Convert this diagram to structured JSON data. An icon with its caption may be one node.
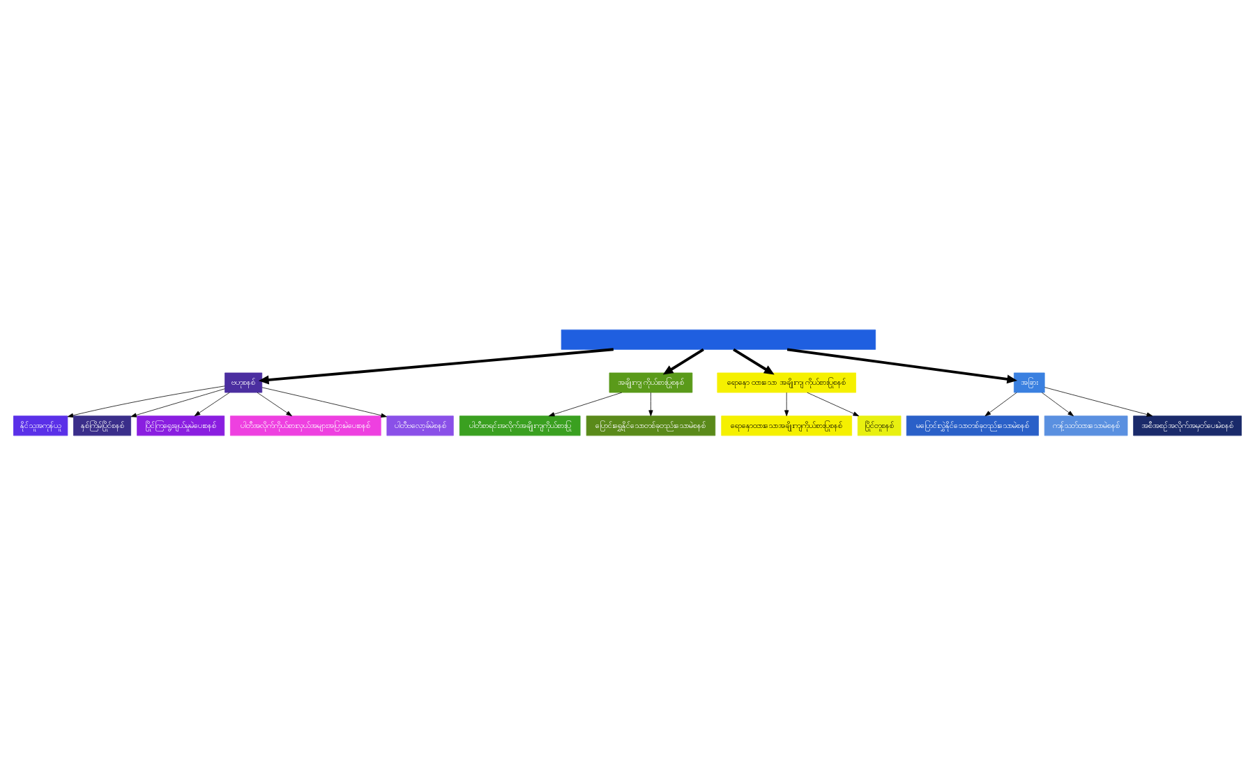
{
  "diagram": {
    "nodes": [
      {
        "text": [],
        "shape": "box"
      },
      {
        "text": [
          "ဗဟုစနစ်"
        ]
      },
      {
        "text": [
          "အချိုးကျ ကိုယ်စားပြုစနစ်"
        ]
      },
      {
        "text": [
          "ရောနှော ထားသော အချိုးကျ ကိုယ်စားပြုစနစ်"
        ]
      },
      {
        "text": [
          "အခြား"
        ]
      },
      {
        "text": [
          "နိုင်သူအကုန်ယူ"
        ]
      },
      {
        "text": [
          "နှစ်ကြိမ်ပြိုင်စနစ်"
        ]
      },
      {
        "text": [
          "ပြိုင်ကြရွေးချယ်မှုမဲပေးစနစ်"
        ]
      },
      {
        "text": [
          "ပါတီအလိုက်ကိုယ်စားလှယ်အများအပြားမဲပေးစနစ်"
        ]
      },
      {
        "text": [
          "ပါတီဗလော့ခ်မဲစနစ်"
        ]
      },
      {
        "text": [
          "ပါတီစာရင်းအလိုက်အချိုးကျကိုယ်စားပြု"
        ]
      },
      {
        "text": [
          "ပြောင်းရွှေ့နိုင်သောတစ်ခုတည်းသောမဲစနစ်"
        ]
      },
      {
        "text": [
          "ရောနှောထားသောအချိုးကျကိုယ်စားပြုစနစ်"
        ]
      },
      {
        "text": [
          "ပြိုင်တူစနစ်"
        ]
      },
      {
        "text": [
          "မပြောင်းလွှဲနိုင်သောတစ်ခုတည်းသောမဲစနစ်"
        ]
      },
      {
        "text": [
          "ကန့်သတ်ထားသောမဲစနစ်"
        ]
      },
      {
        "text": [
          "အစီအစဉ်အလိုက်အမှတ်ပေးမဲစနစ်"
        ]
      }
    ],
    "edges": [
      {
        "from": 0,
        "to": 1,
        "arrow": "to",
        "style": "thick"
      },
      {
        "from": 0,
        "to": 2,
        "arrow": "to",
        "style": "thick"
      },
      {
        "from": 0,
        "to": 3,
        "arrow": "to",
        "style": "thick"
      },
      {
        "from": 0,
        "to": 4,
        "arrow": "to",
        "style": "thick"
      },
      {
        "from": 1,
        "to": 5,
        "arrow": "to"
      },
      {
        "from": 1,
        "to": 6,
        "arrow": "to"
      },
      {
        "from": 1,
        "to": 7,
        "arrow": "to"
      },
      {
        "from": 1,
        "to": 8,
        "arrow": "to"
      },
      {
        "from": 1,
        "to": 9,
        "arrow": "to"
      },
      {
        "from": 2,
        "to": 10,
        "arrow": "to"
      },
      {
        "from": 2,
        "to": 11,
        "arrow": "to"
      },
      {
        "from": 3,
        "to": 12,
        "arrow": "to"
      },
      {
        "from": 3,
        "to": 13,
        "arrow": "to"
      },
      {
        "from": 4,
        "to": 14,
        "arrow": "to"
      },
      {
        "from": 4,
        "to": 15,
        "arrow": "to"
      },
      {
        "from": 4,
        "to": 16,
        "arrow": "to"
      }
    ]
  }
}
